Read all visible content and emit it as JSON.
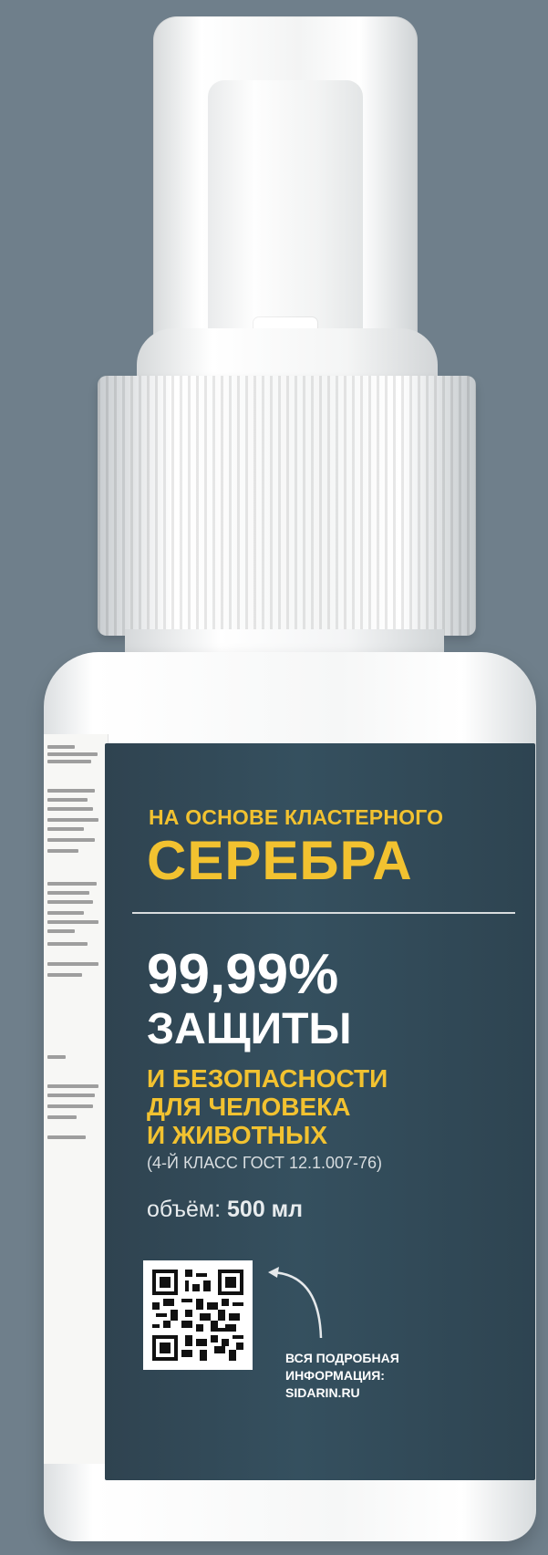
{
  "scene": {
    "background_color": "#6f7f8b",
    "label_color": "#2f4350",
    "accent_color": "#f2c230"
  },
  "label": {
    "subtitle": "НА ОСНОВЕ КЛАСТЕРНОГО",
    "headline": "СЕРЕБРА",
    "percent": "99,99%",
    "protection": "ЗАЩИТЫ",
    "safety_lines": [
      "И БЕЗОПАСНОСТИ",
      "ДЛЯ ЧЕЛОВЕКА",
      "И ЖИВОТНЫХ"
    ],
    "gost": "(4-Й КЛАСС ГОСТ 12.1.007-76)",
    "volume_label": "объём:",
    "volume_value": "500 мл",
    "info_lines": [
      "ВСЯ ПОДРОБНАЯ",
      "ИНФОРМАЦИЯ:",
      "SIDARIN.RU"
    ],
    "qr_icon": "qr-code-icon",
    "arrow_icon": "curved-arrow-icon"
  }
}
